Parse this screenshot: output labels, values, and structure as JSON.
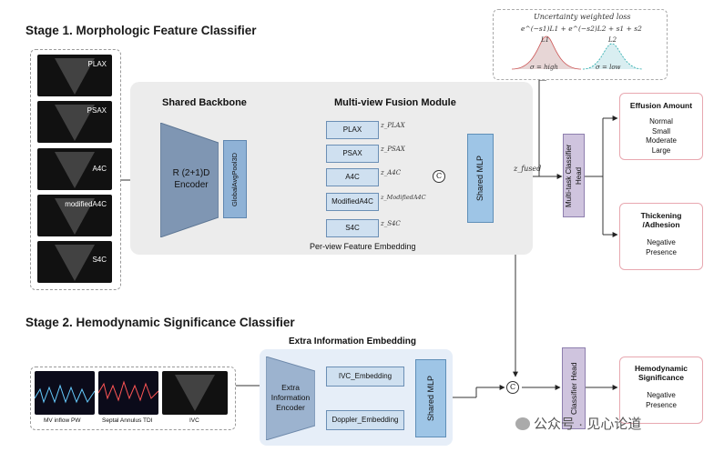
{
  "stage1": {
    "title": "Stage 1. Morphologic Feature Classifier",
    "views": [
      "PLAX",
      "PSAX",
      "A4C",
      "modifiedA4C",
      "S4C"
    ],
    "backbone_title": "Shared Backbone",
    "encoder_label": "R (2+1)D Encoder",
    "pool_label": "GlobalAvgPool3D",
    "fusion_title": "Multi-view Fusion Module",
    "fusion_views": [
      "PLAX",
      "PSAX",
      "A4C",
      "ModifiedA4C",
      "S4C"
    ],
    "embed_symbols": [
      "z_PLAX",
      "z_PSAX",
      "z_A4C",
      "z_ModifiedA4C",
      "z_S4C"
    ],
    "concat_symbol": "C",
    "shared_mlp": "Shared MLP",
    "fused_symbol": "z_fused",
    "per_view_caption": "Per-view Feature Embedding",
    "head_label": "Multi-task Classifier Head",
    "outputs": [
      {
        "title": "Effusion Amount",
        "items": [
          "Normal",
          "Small",
          "Moderate",
          "Large"
        ]
      },
      {
        "title": "Thickening /Adhesion",
        "items": [
          "Negative",
          "Presence"
        ]
      }
    ]
  },
  "loss": {
    "title": "Uncertainty weighted loss",
    "formula": "e^(−s1)L1 + e^(−s2)L2 + s1 + s2",
    "l1": "L1",
    "l2": "L2",
    "sigma_high": "σ = high",
    "sigma_low": "σ = low"
  },
  "stage2": {
    "title": "Stage 2. Hemodynamic Significance Classifier",
    "image_labels": [
      "MV inflow PW",
      "Septal Annulus TDI",
      "IVC"
    ],
    "extra_title": "Extra Information Embedding",
    "extra_encoder": "Extra Information Encoder",
    "ivc_embedding": "IVC_Embedding",
    "doppler_embedding": "Doppler_Embedding",
    "shared_mlp": "Shared MLP",
    "concat_symbol": "C",
    "head_label": "Classifier Head",
    "output": {
      "title": "Hemodynamic Significance",
      "items": [
        "Negative",
        "Presence"
      ]
    }
  },
  "watermark": "公众号 · 见心论道",
  "colors": {
    "encoder": "#7f96b3",
    "mlp": "#9ec5e6",
    "head": "#cfc4de",
    "output_border": "#e8a8b0",
    "panel": "#ececec"
  }
}
